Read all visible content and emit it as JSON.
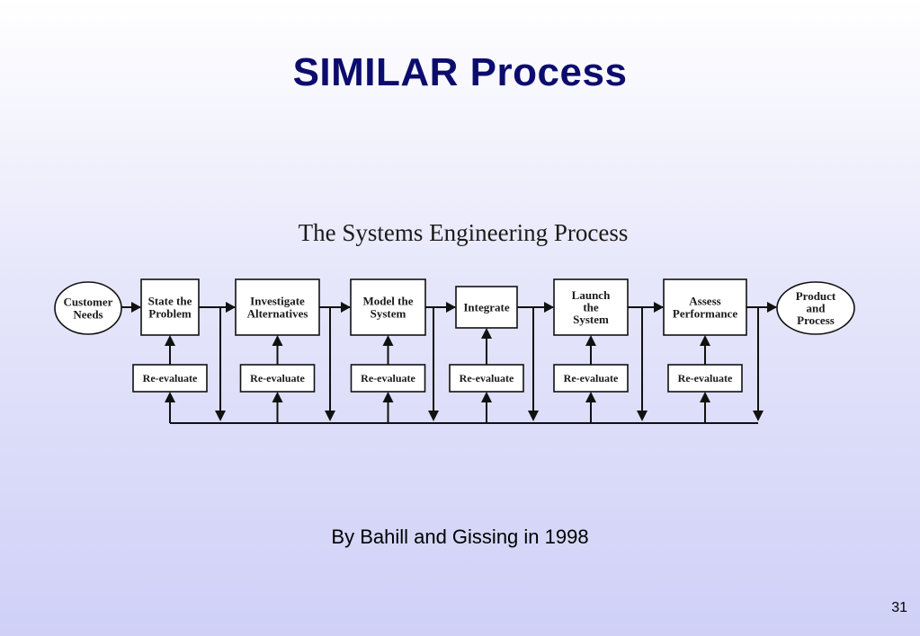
{
  "slide": {
    "title": "SIMILAR Process",
    "caption": "By Bahill and Gissing in 1998",
    "page_number": "31"
  },
  "diagram": {
    "title": "The Systems Engineering Process",
    "input": [
      "Customer",
      "Needs"
    ],
    "output": [
      "Product",
      "and",
      "Process"
    ],
    "steps": [
      {
        "lines": [
          "State the",
          "Problem"
        ]
      },
      {
        "lines": [
          "Investigate",
          "Alternatives"
        ]
      },
      {
        "lines": [
          "Model the",
          "System"
        ]
      },
      {
        "lines": [
          "Integrate"
        ]
      },
      {
        "lines": [
          "Launch",
          "the",
          "System"
        ]
      },
      {
        "lines": [
          "Assess",
          "Performance"
        ]
      }
    ],
    "reevaluate_label": "Re-evaluate"
  },
  "colors": {
    "title": "#0c0c6e",
    "lines": "#111111"
  }
}
